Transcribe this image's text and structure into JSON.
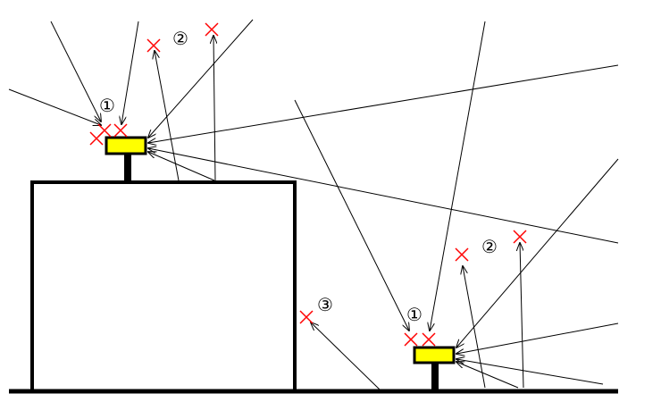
{
  "colors": {
    "line": "#000000",
    "sensor_fill": "#ffff00",
    "marker": "#ff0000",
    "background": "#ffffff"
  },
  "icons": {
    "blocked_marker": "red-cross-icon",
    "sensor": "sensor-unit-icon"
  },
  "labels": {
    "roof_direct": "①",
    "roof_reflected": "②",
    "ground_direct": "①",
    "ground_reflected": "②",
    "wall_reflected": "③"
  }
}
